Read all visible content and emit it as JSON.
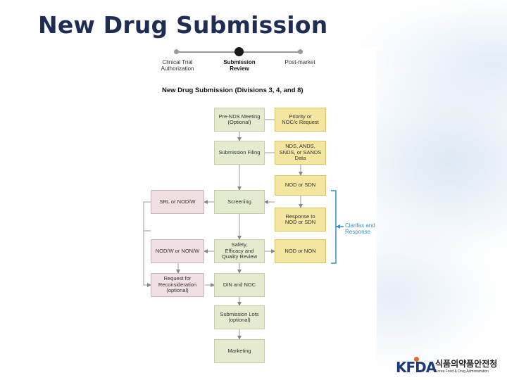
{
  "page_title": "New Drug Submission",
  "colors": {
    "title": "#1f2d55",
    "step_box": "#e5ebcf",
    "sponsor_box": "#f4e6a0",
    "decision_box": "#f0e0e4",
    "bracket": "#3a8fc2"
  },
  "timeline": {
    "stages": [
      {
        "label": "Clinical Trial\nAuthorization",
        "current": false
      },
      {
        "label": "Submission\nReview",
        "current": true
      },
      {
        "label": "Post-market",
        "current": false
      }
    ]
  },
  "flowchart": {
    "title": "New Drug Submission (Divisions 3, 4, and 8)",
    "main_steps": [
      "Pre-NDS Meeting\n(Optional)",
      "Submission Filing",
      "Screening",
      "Safety,\nEfficacy and\nQuality Review",
      "DIN and NOC",
      "Submission Lots\n(optional)",
      "Marketing"
    ],
    "sponsor_steps": [
      "Priority or\nNOC/c Request",
      "NDS, ANDS,\nSNDS, or SANDS\nData",
      "NOD or SDN",
      "Response to\nNOD or SDN",
      "NOD or NON"
    ],
    "decision_steps": [
      "SRL or NOD/W",
      "NOD/W or NON/W",
      "Request for\nReconsideration\n(optional)"
    ],
    "bracket_label": "Clarifax and\nResponse"
  },
  "logo": {
    "mark": "KFDA",
    "korean": "식품의약품안전청",
    "english": "Korea Food & Drug Administration"
  }
}
